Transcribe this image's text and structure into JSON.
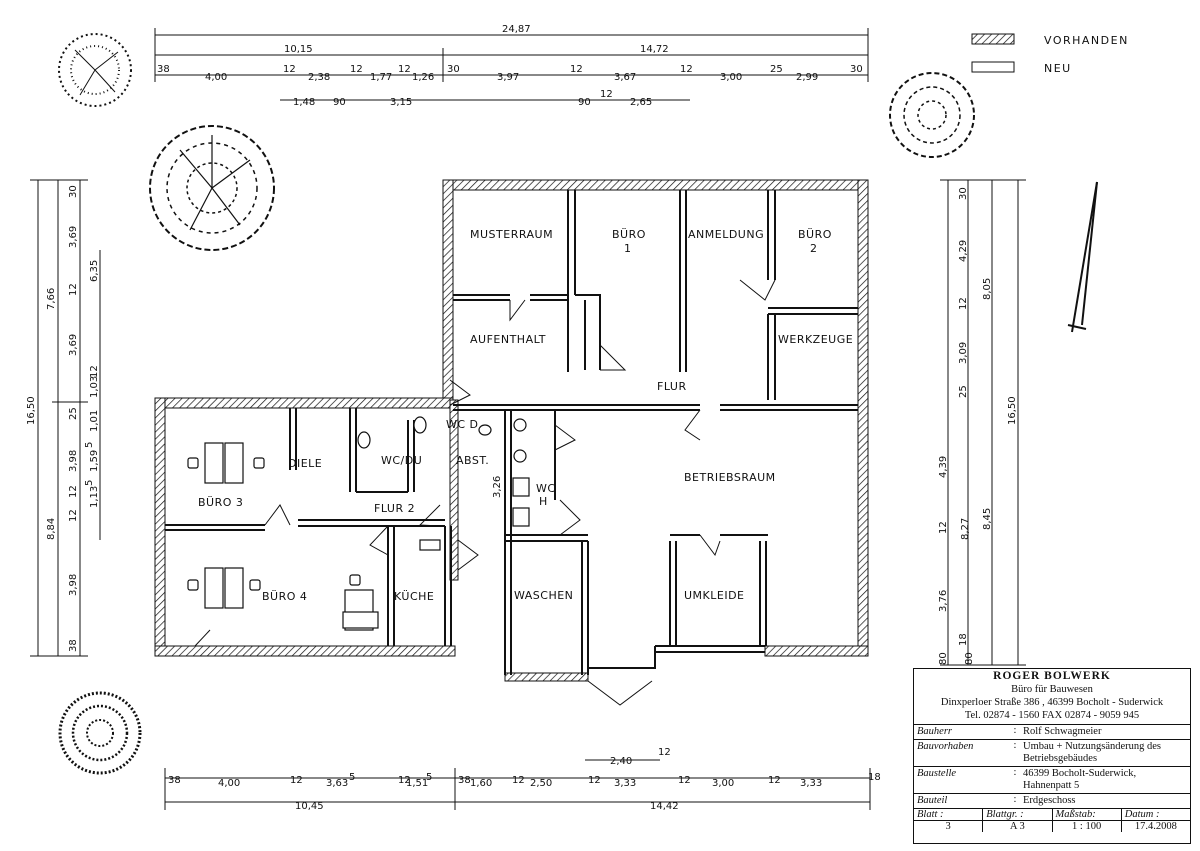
{
  "legend": {
    "existing": "VORHANDEN",
    "new": "NEU"
  },
  "rooms": {
    "musterraum": "MUSTERRAUM",
    "buero1": "BÜRO",
    "buero1_num": "1",
    "anmeldung": "ANMELDUNG",
    "buero2": "BÜRO",
    "buero2_num": "2",
    "aufenthalt": "AUFENTHALT",
    "werkzeuge": "WERKZEUGE",
    "flur": "FLUR",
    "wc_d": "WC D",
    "wc_du": "WC/DU",
    "diele": "DIELE",
    "abst": "ABST.",
    "wc_h_1": "WC",
    "wc_h_2": "H",
    "buero3": "BÜRO 3",
    "flur2": "FLUR 2",
    "betriebsraum": "BETRIEBSRAUM",
    "buero4": "BÜRO 4",
    "kueche": "KÜCHE",
    "waschen": "WASCHEN",
    "umkleide": "UMKLEIDE",
    "abst_dim": "3,26"
  },
  "dims_top": {
    "overall": "24,87",
    "left_total": "10,15",
    "right_total": "14,72",
    "chain": [
      "38",
      "4,00",
      "12",
      "2,38",
      "12",
      "1,77",
      "12",
      "1,26",
      "30",
      "3,97",
      "12",
      "3,67",
      "12",
      "3,00",
      "25",
      "2,99",
      "30"
    ],
    "sub": [
      "1,48",
      "90",
      "3,15",
      "90",
      "12",
      "2,65"
    ]
  },
  "dims_bottom": {
    "chain": [
      "38",
      "4,00",
      "12",
      "3,63",
      "5",
      "12",
      "1,51",
      "5",
      "38",
      "1,60",
      "12",
      "2,50",
      "12",
      "3,33",
      "12",
      "3,00",
      "12",
      "3,33",
      "18"
    ],
    "sub": [
      "2,40",
      "12"
    ],
    "left_total": "10,45",
    "right_total": "14,42"
  },
  "dims_left": {
    "overall": "16,50",
    "upper": "7,66",
    "lower": "8,84",
    "chain": [
      "30",
      "3,69",
      "12",
      "6,35",
      "3,69",
      "1,03",
      "12",
      "25",
      "1,01",
      "3,98",
      "1,59",
      "5",
      "12",
      "1,13",
      "5",
      "12",
      "3,98",
      "38"
    ]
  },
  "dims_right": {
    "overall": "16,50",
    "upper": "8,05",
    "lower": "8,45",
    "mid": "8,27",
    "chain": [
      "30",
      "4,29",
      "12",
      "3,09",
      "25",
      "4,39",
      "12",
      "3,76",
      "18",
      "80",
      "80"
    ]
  },
  "titleblock": {
    "firm": "ROGER BOLWERK",
    "subtitle": "Büro für Bauwesen",
    "address": "Dinxperloer Straße 386 , 46399 Bocholt - Suderwick",
    "phone": "Tel. 02874 - 1560      FAX 02874 - 9059 945",
    "rows": [
      {
        "label": "Bauherr",
        "value": "Rolf Schwagmeier"
      },
      {
        "label": "Bauvorhaben",
        "value": "Umbau + Nutzungsänderung des Betriebsgebäudes"
      },
      {
        "label": "Baustelle",
        "value": "46399 Bocholt-Suderwick, Hahnenpatt 5"
      },
      {
        "label": "Bauteil",
        "value": "Erdgeschoss"
      }
    ],
    "footer_headers": [
      "Blatt :",
      "Blattgr. :",
      "Maßstab:",
      "Datum :"
    ],
    "footer_values": [
      "3",
      "A 3",
      "1 : 100",
      "17.4.2008"
    ]
  },
  "colors": {
    "ink": "#111111",
    "paper": "#ffffff"
  }
}
